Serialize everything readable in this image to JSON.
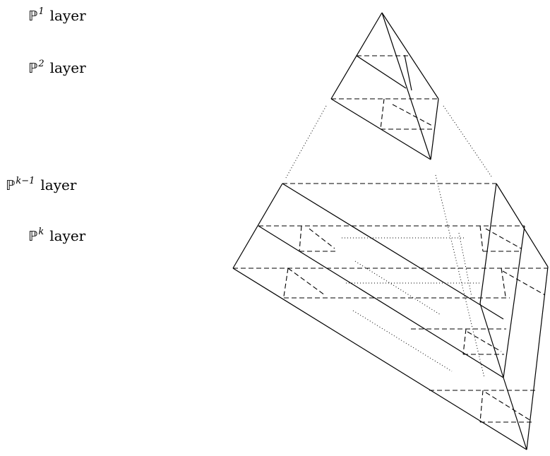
{
  "labels": [
    {
      "symbol": "ℙ",
      "exponent": "1",
      "word": "layer"
    },
    {
      "symbol": "ℙ",
      "exponent": "2",
      "word": "layer"
    },
    {
      "symbol": "ℙ",
      "exponent": "k−1",
      "word": "layer"
    },
    {
      "symbol": "ℙ",
      "exponent": "k",
      "word": "layer"
    }
  ]
}
